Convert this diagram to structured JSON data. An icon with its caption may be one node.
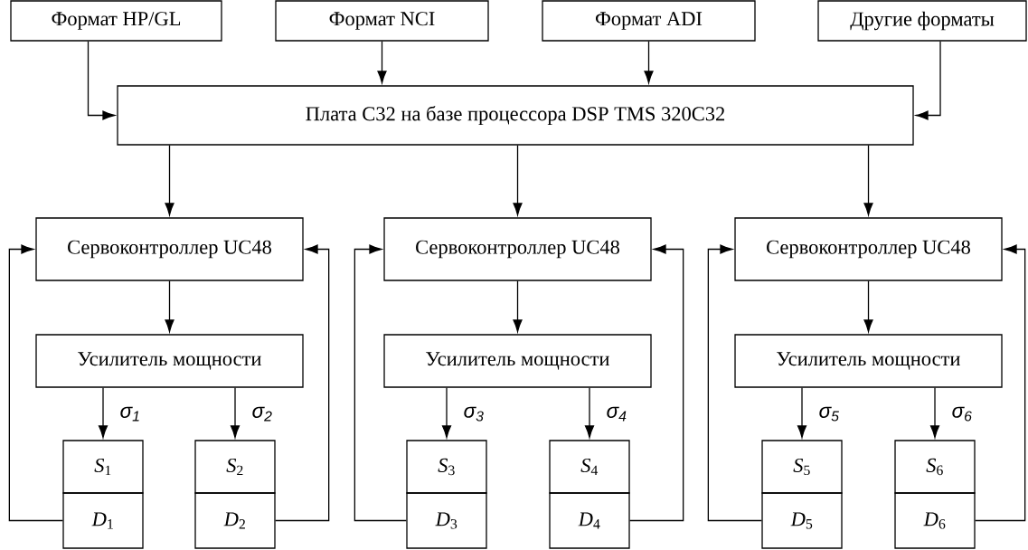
{
  "diagram": {
    "nodes": [
      {
        "text": [
          "Формат HP/GL"
        ]
      },
      {
        "text": [
          "Формат NCI"
        ]
      },
      {
        "text": [
          "Формат ADI"
        ]
      },
      {
        "text": [
          "Другие форматы"
        ]
      },
      {
        "text": [
          "Плата C32 на базе процессора DSP TMS 320C32"
        ]
      },
      {
        "text": [
          "Сервоконтроллер UC48"
        ]
      },
      {
        "text": [
          "Сервоконтроллер UC48"
        ]
      },
      {
        "text": [
          "Сервоконтроллер UC48"
        ]
      },
      {
        "text": [
          "Усилитель мощности"
        ]
      },
      {
        "text": [
          "Усилитель мощности"
        ]
      },
      {
        "text": [
          "Усилитель мощности"
        ]
      },
      {
        "text": [
          "*S*$_{1}$"
        ]
      },
      {
        "text": [
          "*D*$_{1}$"
        ]
      },
      {
        "text": [
          "*S*$_{2}$"
        ]
      },
      {
        "text": [
          "*D*$_{2}$"
        ]
      },
      {
        "text": [
          "*S*$_{3}$"
        ]
      },
      {
        "text": [
          "*D*$_{3}$"
        ]
      },
      {
        "text": [
          "*S*$_{4}$"
        ]
      },
      {
        "text": [
          "*D*$_{4}$"
        ]
      },
      {
        "text": [
          "*S*$_{5}$"
        ]
      },
      {
        "text": [
          "*D*$_{5}$"
        ]
      },
      {
        "text": [
          "*S*$_{6}$"
        ]
      },
      {
        "text": [
          "*D*$_{6}$"
        ]
      }
    ],
    "edges": [
      {
        "from": 0,
        "to": 4,
        "arrow": "to"
      },
      {
        "from": 1,
        "to": 4,
        "arrow": "to"
      },
      {
        "from": 2,
        "to": 4,
        "arrow": "to"
      },
      {
        "from": 3,
        "to": 4,
        "arrow": "to"
      },
      {
        "from": 4,
        "to": 5,
        "arrow": "to"
      },
      {
        "from": 4,
        "to": 6,
        "arrow": "to"
      },
      {
        "from": 4,
        "to": 7,
        "arrow": "to"
      },
      {
        "from": 5,
        "to": 8,
        "arrow": "to"
      },
      {
        "from": 6,
        "to": 9,
        "arrow": "to"
      },
      {
        "from": 7,
        "to": 10,
        "arrow": "to"
      },
      {
        "from": 8,
        "to": 11,
        "arrow": "to",
        "label": "σ$_{1}$"
      },
      {
        "from": 8,
        "to": 13,
        "arrow": "to",
        "label": "σ$_{2}$"
      },
      {
        "from": 9,
        "to": 15,
        "arrow": "to",
        "label": "σ$_{3}$"
      },
      {
        "from": 9,
        "to": 17,
        "arrow": "to",
        "label": "σ$_{4}$"
      },
      {
        "from": 10,
        "to": 19,
        "arrow": "to",
        "label": "σ$_{5}$"
      },
      {
        "from": 10,
        "to": 21,
        "arrow": "to",
        "label": "σ$_{6}$"
      },
      {
        "from": 12,
        "to": 5,
        "arrow": "to"
      },
      {
        "from": 14,
        "to": 5,
        "arrow": "to"
      },
      {
        "from": 16,
        "to": 6,
        "arrow": "to"
      },
      {
        "from": 18,
        "to": 6,
        "arrow": "to"
      },
      {
        "from": 20,
        "to": 7,
        "arrow": "to"
      },
      {
        "from": 22,
        "to": 7,
        "arrow": "to"
      }
    ]
  }
}
